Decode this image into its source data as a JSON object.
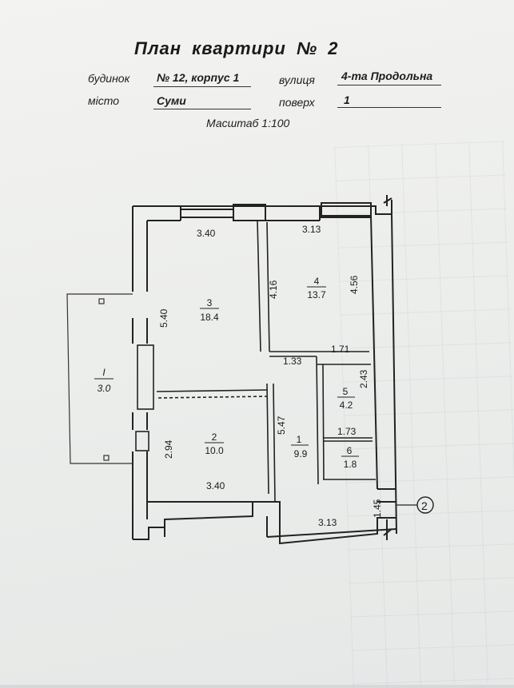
{
  "header": {
    "title": "План квартири № 2",
    "building_label": "будинок",
    "building_value": "№ 12, корпус 1",
    "street_label": "вулиця",
    "street_value": "4-та Продольна",
    "city_label": "місто",
    "city_value": "Суми",
    "floor_label": "поверх",
    "floor_value": "1",
    "scale": "Масштаб 1:100"
  },
  "rooms": [
    {
      "number": "3",
      "area": "18.4"
    },
    {
      "number": "4",
      "area": "13.7"
    },
    {
      "number": "2",
      "area": "10.0"
    },
    {
      "number": "1",
      "area": "9.9"
    },
    {
      "number": "5",
      "area": "4.2"
    },
    {
      "number": "6",
      "area": "1.8"
    },
    {
      "number": "I",
      "area": "3.0"
    }
  ],
  "dimensions": {
    "room3_width": "3.40",
    "room4_width": "3.13",
    "room3_height": "5.40",
    "room4_left": "4.16",
    "room4_right": "4.56",
    "hall_width": "1.33",
    "room5_top": "1.71",
    "room5_height": "2.43",
    "hall_length": "5.47",
    "room6_width": "1.73",
    "room2_height": "2.94",
    "room2_width": "3.40",
    "corridor_width": "3.13",
    "stair_width": "1.45"
  },
  "axis_marker": "2"
}
